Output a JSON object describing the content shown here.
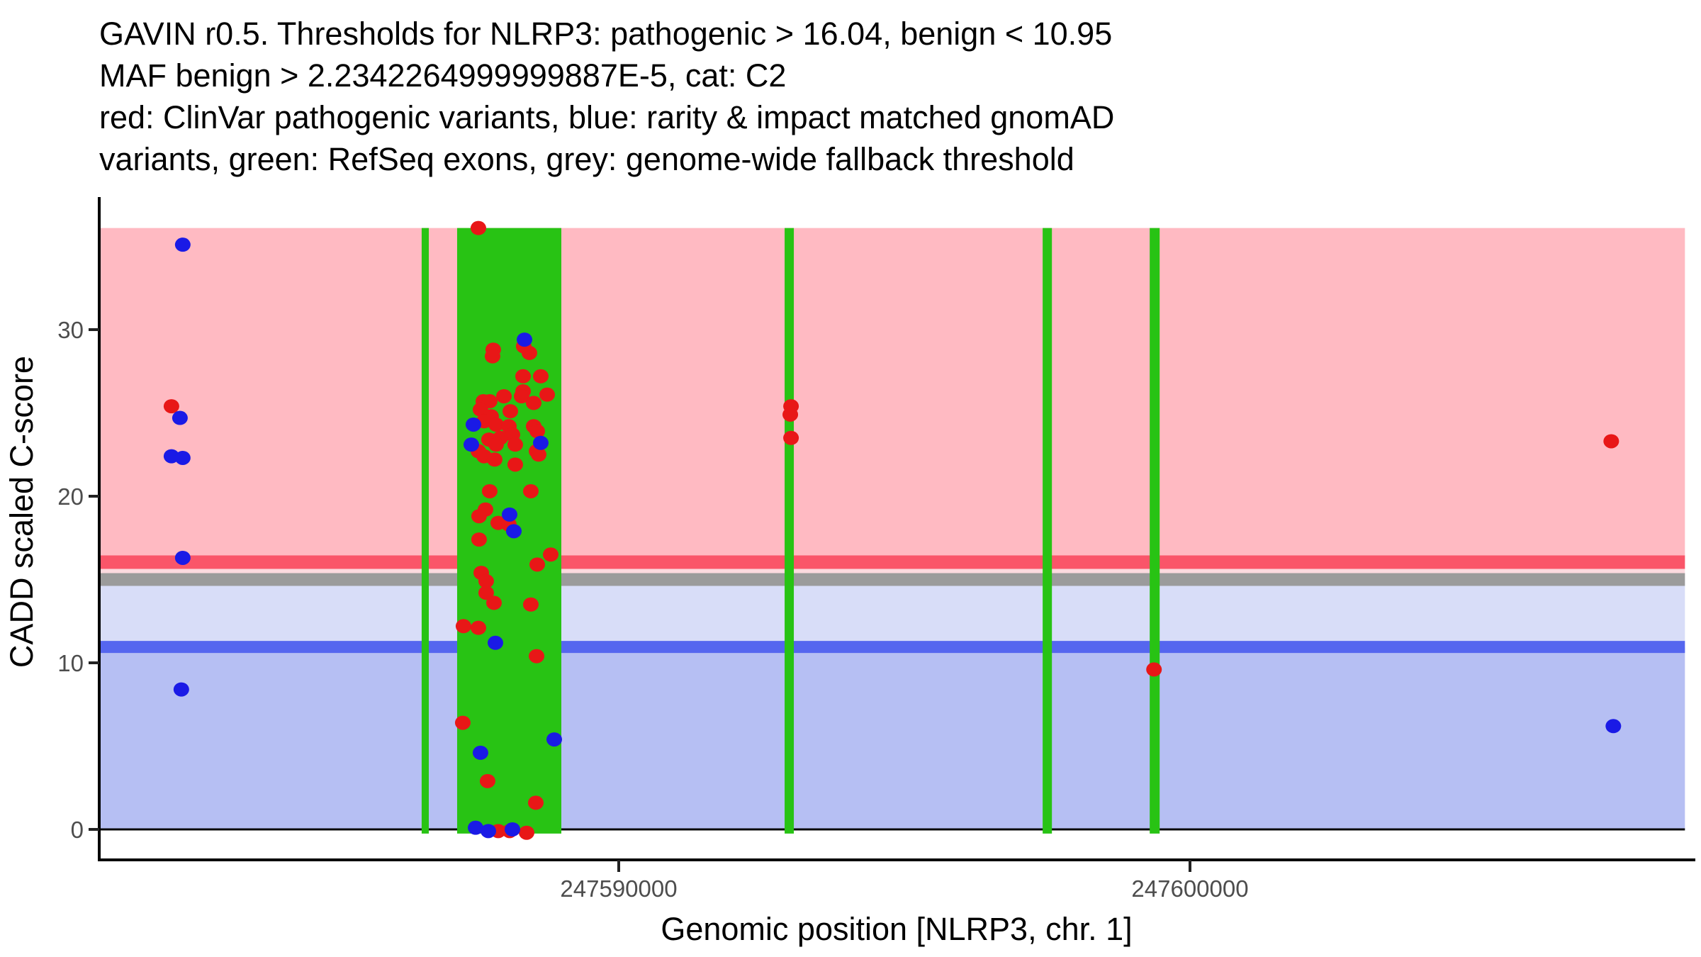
{
  "chart_data": {
    "type": "scatter",
    "title_lines": [
      "GAVIN r0.5. Thresholds for NLRP3: pathogenic > 16.04, benign < 10.95",
      "MAF benign > 2.2342264999999887E-5, cat: C2",
      "red: ClinVar pathogenic variants, blue: rarity & impact matched gnomAD",
      "variants, green: RefSeq exons, grey: genome-wide fallback threshold"
    ],
    "xlabel": "Genomic position [NLRP3, chr. 1]",
    "ylabel": "CADD scaled C-score",
    "x_ticks": [
      {
        "value": 247590000,
        "label": "247590000"
      },
      {
        "value": 247600000,
        "label": "247600000"
      }
    ],
    "y_ticks": [
      {
        "value": 0,
        "label": "0"
      },
      {
        "value": 10,
        "label": "10"
      },
      {
        "value": 20,
        "label": "20"
      },
      {
        "value": 30,
        "label": "30"
      }
    ],
    "x_domain": [
      247580904,
      247608850
    ],
    "y_domain": [
      -1.8,
      37.9
    ],
    "thresholds": {
      "pathogenic_cadd": 16.04,
      "benign_cadd": 10.95,
      "genome_wide_fallback_cadd": 15.0,
      "maf_benign": "2.2342264999999887E-5",
      "category": "C2",
      "gene": "NLRP3",
      "chromosome": "1"
    },
    "regions": [
      {
        "name": "pathogenic-region",
        "x0": 247580929,
        "x1": 247608664,
        "y0": 16.04,
        "y1": 36.1,
        "color": "region_pathogenic"
      },
      {
        "name": "upper-gap-region",
        "x0": 247580929,
        "x1": 247608664,
        "y0": 15.0,
        "y1": 16.04,
        "color": "region_gap_upper"
      },
      {
        "name": "vous-region",
        "x0": 247580929,
        "x1": 247608664,
        "y0": 10.95,
        "y1": 15.0,
        "color": "region_vous"
      },
      {
        "name": "benign-region",
        "x0": 247580929,
        "x1": 247608664,
        "y0": 0,
        "y1": 10.95,
        "color": "region_benign"
      }
    ],
    "hlines": [
      {
        "name": "pathogenic-threshold-line",
        "y": 16.04,
        "color": "line_pathogenic",
        "width": 19
      },
      {
        "name": "fallback-threshold-line",
        "y": 15.0,
        "color": "line_fallback",
        "width": 18
      },
      {
        "name": "benign-threshold-line",
        "y": 10.95,
        "color": "line_benign",
        "width": 17
      },
      {
        "name": "zero-line",
        "y": 0,
        "color": "line_zero",
        "width": 3
      }
    ],
    "exons": [
      {
        "start": 247586550,
        "end": 247586675
      },
      {
        "start": 247587171,
        "end": 247588995
      },
      {
        "start": 247592904,
        "end": 247593065
      },
      {
        "start": 247597421,
        "end": 247597583
      },
      {
        "start": 247599295,
        "end": 247599469
      }
    ],
    "exon_band": {
      "ymin": -0.25,
      "ymax": 36.1
    },
    "points": {
      "clinvar_red": [
        [
          247582170,
          25.4
        ],
        [
          247587543,
          36.1
        ],
        [
          247587803,
          28.8
        ],
        [
          247587791,
          28.4
        ],
        [
          247588337,
          29.0
        ],
        [
          247588436,
          28.6
        ],
        [
          247588325,
          27.2
        ],
        [
          247588635,
          27.2
        ],
        [
          247588325,
          26.3
        ],
        [
          247588300,
          26.0
        ],
        [
          247588747,
          26.1
        ],
        [
          247587990,
          26.0
        ],
        [
          247587630,
          25.7
        ],
        [
          247587741,
          25.7
        ],
        [
          247588511,
          25.6
        ],
        [
          247587580,
          25.2
        ],
        [
          247588102,
          25.1
        ],
        [
          247587766,
          24.8
        ],
        [
          247587642,
          24.5
        ],
        [
          247587853,
          24.3
        ],
        [
          247588077,
          24.2
        ],
        [
          247588511,
          24.2
        ],
        [
          247588573,
          23.9
        ],
        [
          247588139,
          23.7
        ],
        [
          247587928,
          23.5
        ],
        [
          247587729,
          23.4
        ],
        [
          247587543,
          22.7
        ],
        [
          247587853,
          23.1
        ],
        [
          247588188,
          23.1
        ],
        [
          247588561,
          22.7
        ],
        [
          247587642,
          22.4
        ],
        [
          247587828,
          22.2
        ],
        [
          247588188,
          21.9
        ],
        [
          247588598,
          22.5
        ],
        [
          247587741,
          20.3
        ],
        [
          247588461,
          20.3
        ],
        [
          247587667,
          19.2
        ],
        [
          247587555,
          18.8
        ],
        [
          247587890,
          18.4
        ],
        [
          247588077,
          18.3
        ],
        [
          247587555,
          17.4
        ],
        [
          247588809,
          16.5
        ],
        [
          247588573,
          15.9
        ],
        [
          247587593,
          15.4
        ],
        [
          247587679,
          14.9
        ],
        [
          247587679,
          14.2
        ],
        [
          247587816,
          13.6
        ],
        [
          247588461,
          13.5
        ],
        [
          247587282,
          12.2
        ],
        [
          247587543,
          12.1
        ],
        [
          247588561,
          10.4
        ],
        [
          247587270,
          6.4
        ],
        [
          247587704,
          2.9
        ],
        [
          247588548,
          1.6
        ],
        [
          247587890,
          -0.1
        ],
        [
          247588089,
          -0.1
        ],
        [
          247588387,
          -0.2
        ],
        [
          247593016,
          25.4
        ],
        [
          247593003,
          24.9
        ],
        [
          247593016,
          23.5
        ],
        [
          247599370,
          9.6
        ],
        [
          247607374,
          23.3
        ]
      ],
      "gnomad_blue": [
        [
          247582368,
          35.1
        ],
        [
          247582319,
          24.7
        ],
        [
          247582170,
          22.4
        ],
        [
          247582368,
          22.3
        ],
        [
          247582368,
          16.3
        ],
        [
          247582343,
          8.4
        ],
        [
          247588350,
          29.4
        ],
        [
          247587456,
          24.3
        ],
        [
          247587419,
          23.1
        ],
        [
          247588635,
          23.2
        ],
        [
          247588089,
          18.9
        ],
        [
          247588164,
          17.9
        ],
        [
          247587841,
          11.2
        ],
        [
          247588871,
          5.4
        ],
        [
          247587580,
          4.6
        ],
        [
          247587494,
          0.1
        ],
        [
          247587717,
          -0.1
        ],
        [
          247588139,
          0
        ],
        [
          247607411,
          6.2
        ]
      ]
    },
    "colors": {
      "region_pathogenic": "#FFBAC2",
      "region_gap_upper": "#FCD9DE",
      "region_vous": "#D8DDF8",
      "region_benign": "#B6BFF3",
      "line_pathogenic": "#FA5569",
      "line_fallback": "#9B9B9B",
      "line_benign": "#5566EF",
      "line_zero": "#0A0A0A",
      "exon_green": "#28C314",
      "point_red": "#E81717",
      "point_blue": "#1A1AE6"
    },
    "legend_position": "none",
    "grid": false
  }
}
